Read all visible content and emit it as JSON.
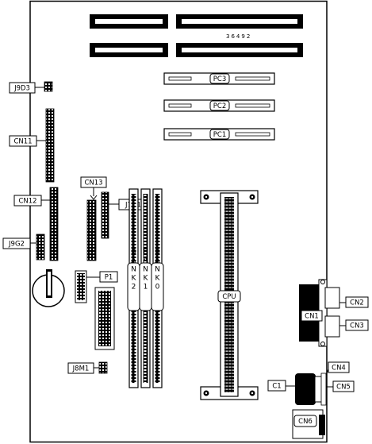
{
  "board_number": "36492",
  "labels": {
    "j9d3": "J9D3",
    "cn11": "CN11",
    "cn12": "CN12",
    "j9g2": "J9G2",
    "cn13": "CN13",
    "j7g1": "J7G1",
    "p1": "P1",
    "j8m1": "J8M1",
    "pc1": "PC1",
    "pc2": "PC2",
    "pc3": "PC3",
    "cpu": "CPU",
    "cn1": "CN1",
    "cn2": "CN2",
    "cn3": "CN3",
    "cn4": "CN4",
    "cn5": "CN5",
    "cn6": "CN6",
    "c1": "C1"
  },
  "banks": [
    "BANK2",
    "BANK1",
    "BANK0"
  ],
  "colors": {
    "ink": "#000000",
    "paper": "#ffffff"
  }
}
